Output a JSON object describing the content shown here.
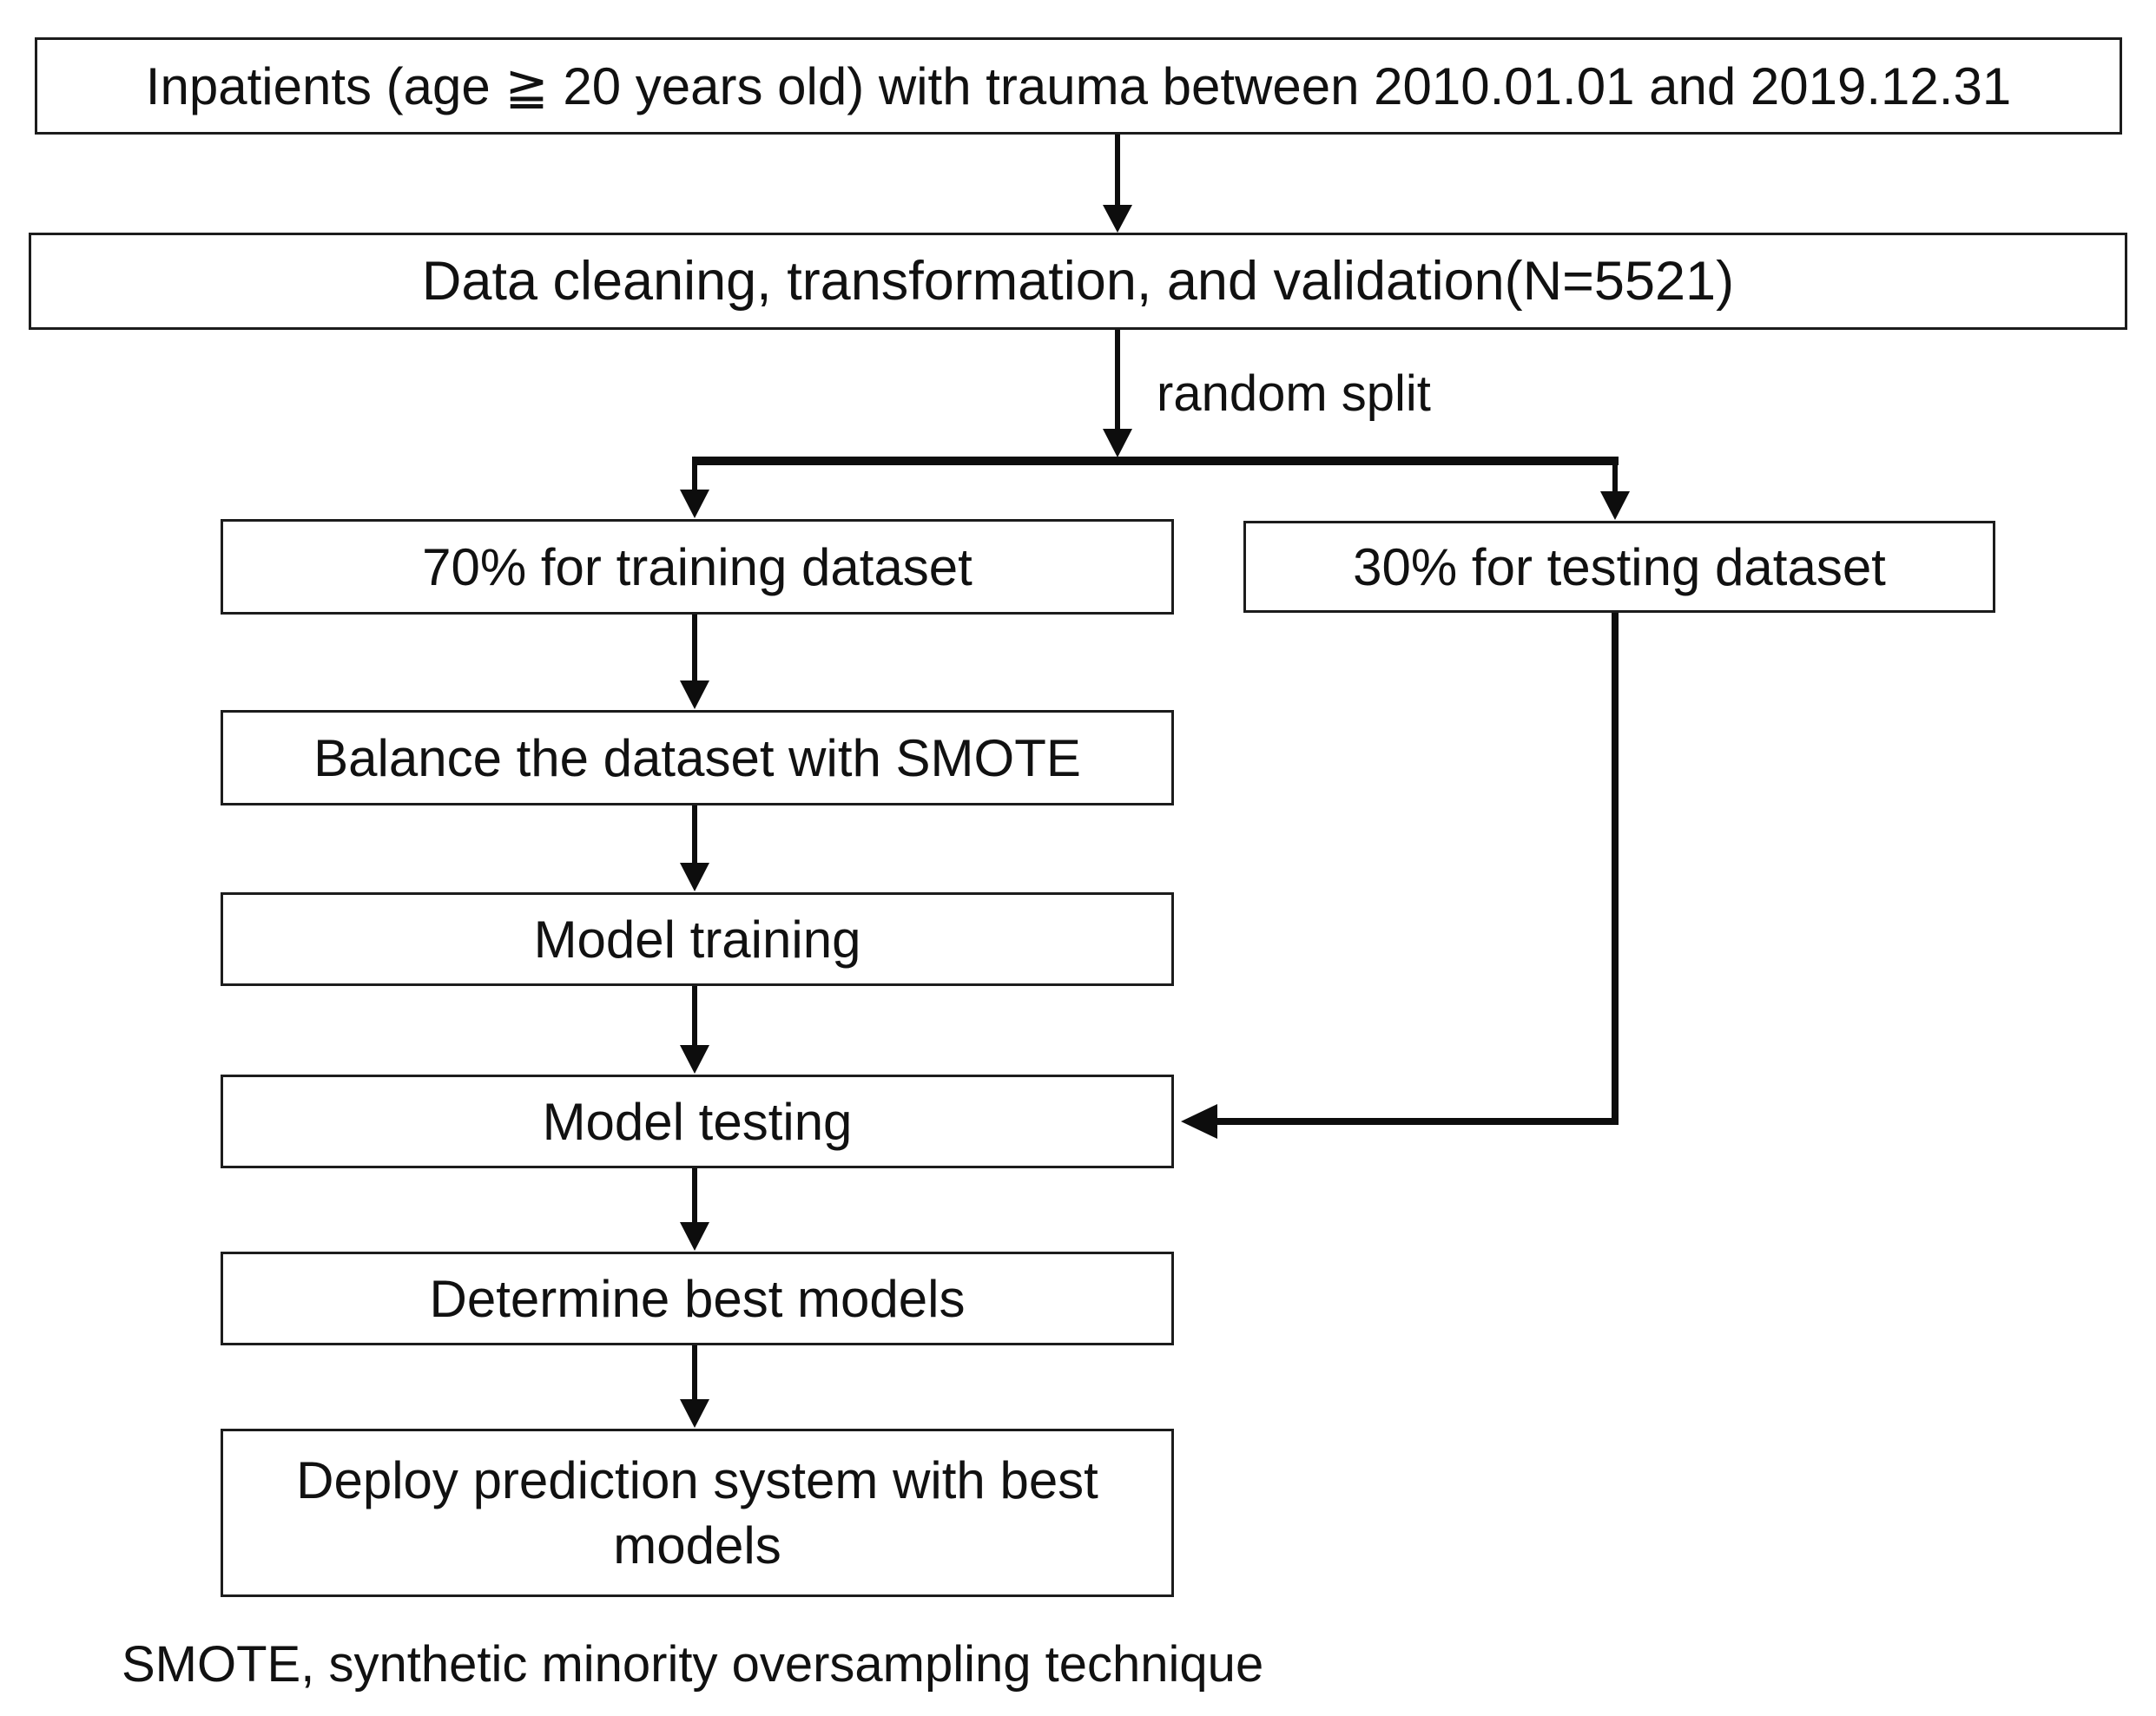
{
  "diagram": {
    "nodes": {
      "inpatients": "Inpatients (age ≧ 20 years old) with trauma between 2010.01.01 and 2019.12.31",
      "cleaning": "Data cleaning, transformation, and validation(N=5521)",
      "train70": "70% for training dataset",
      "test30": "30% for testing dataset",
      "balance": "Balance the dataset with SMOTE",
      "model_training": "Model training",
      "model_testing": "Model testing",
      "determine": "Determine best models",
      "deploy": "Deploy prediction system with best models"
    },
    "edge_labels": {
      "random_split": "random split"
    },
    "footnote": "SMOTE, synthetic minority oversampling technique",
    "colors": {
      "line": "#0d0d0d",
      "border": "#1c1c1c",
      "text": "#111111",
      "background": "#ffffff"
    }
  }
}
